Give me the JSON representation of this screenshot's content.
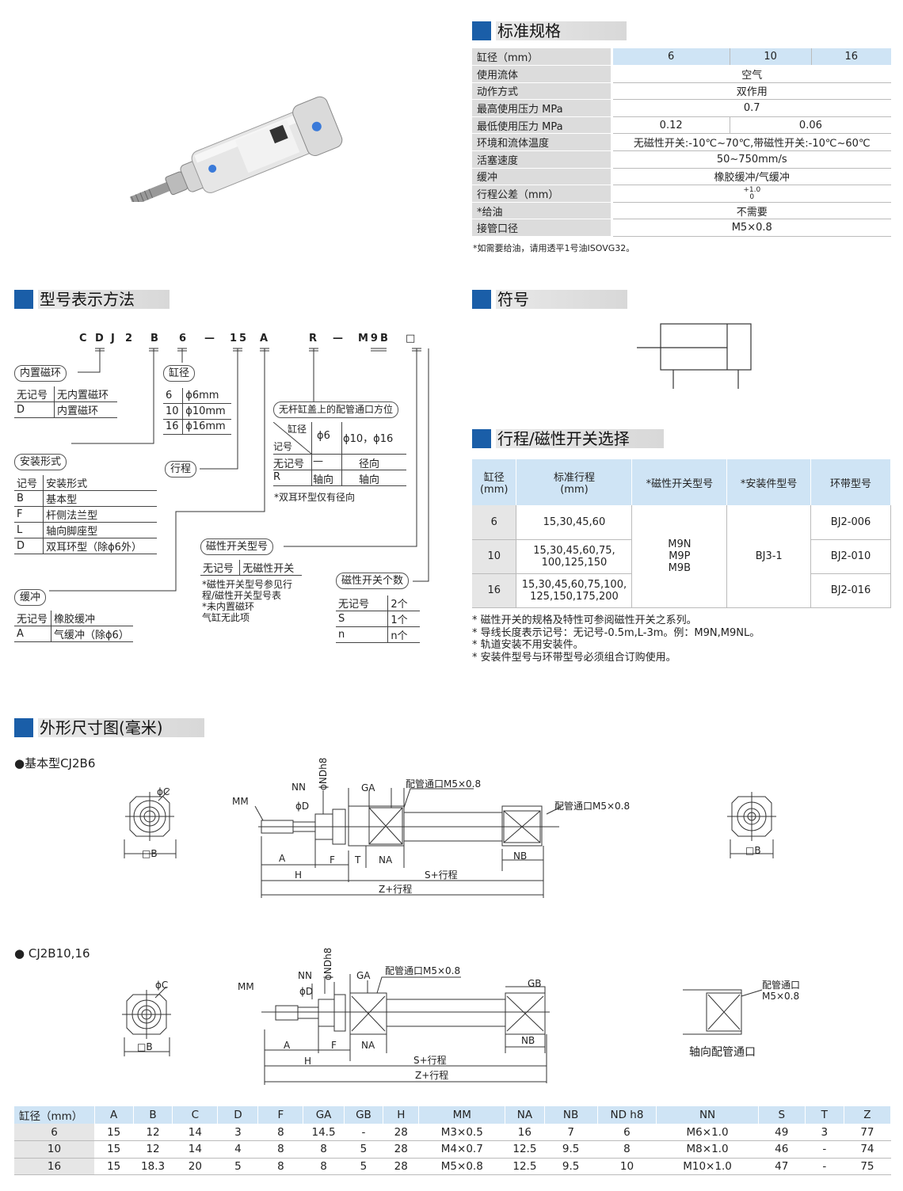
{
  "spec": {
    "title": "标准规格",
    "rows": [
      {
        "k": "缸径（mm）",
        "v": [
          "6",
          "10",
          "16"
        ],
        "hd": true
      },
      {
        "k": "使用流体",
        "v": [
          "空气"
        ]
      },
      {
        "k": "动作方式",
        "v": [
          "双作用"
        ]
      },
      {
        "k": "最高使用压力 MPa",
        "v": [
          "0.7"
        ]
      },
      {
        "k": "最低使用压力 MPa",
        "v": [
          "0.12",
          "0.06"
        ]
      },
      {
        "k": "环境和流体温度",
        "v": [
          "无磁性开关:-10℃~70℃,带磁性开关:-10℃~60℃"
        ]
      },
      {
        "k": "活塞速度",
        "v": [
          "50~750mm/s"
        ]
      },
      {
        "k": "缓冲",
        "v": [
          "橡胶缓冲/气缓冲"
        ]
      },
      {
        "k": "行程公差（mm）",
        "v": [
          "+1.0",
          "0"
        ]
      },
      {
        "k": "*给油",
        "v": [
          "不需要"
        ]
      },
      {
        "k": "接管口径",
        "v": [
          "M5×0.8"
        ]
      }
    ],
    "note": "*如需要给油，请用透平1号油ISOVG32。"
  },
  "model": {
    "title": "型号表示方法",
    "code": [
      "C",
      "D",
      "J",
      "2",
      "B",
      "6",
      "—",
      "15",
      "A",
      "R",
      "—",
      "M9B",
      "□"
    ],
    "magnet": {
      "label": "内置磁环",
      "rows": [
        [
          "无记号",
          "无内置磁环"
        ],
        [
          "D",
          "内置磁环"
        ]
      ]
    },
    "bore": {
      "label": "缸径",
      "rows": [
        [
          "6",
          "ϕ6mm"
        ],
        [
          "10",
          "ϕ10mm"
        ],
        [
          "16",
          "ϕ16mm"
        ]
      ]
    },
    "mount": {
      "label": "安装形式",
      "rows": [
        [
          "记号",
          "安装形式"
        ],
        [
          "B",
          "基本型"
        ],
        [
          "F",
          "杆侧法兰型"
        ],
        [
          "L",
          "轴向脚座型"
        ],
        [
          "D",
          "双耳环型（除ϕ6外）"
        ]
      ]
    },
    "stroke_label": "行程",
    "port": {
      "label": "无杆缸盖上的配管通口方位",
      "h1": "缸径",
      "h2": "记号",
      "c1": "ϕ6",
      "c2": "ϕ10，ϕ16",
      "rows": [
        [
          "无记号",
          "—",
          "径向"
        ],
        [
          "R",
          "轴向",
          "轴向"
        ]
      ],
      "note": "*双耳环型仅有径向"
    },
    "switch": {
      "label": "磁性开关型号",
      "rows": [
        [
          "无记号",
          "无磁性开关"
        ]
      ],
      "note1": "*磁性开关型号参见行",
      "note2": "程/磁性开关型号表",
      "note3": "*未内置磁环",
      "note4": "气缸无此项"
    },
    "count": {
      "label": "磁性开关个数",
      "rows": [
        [
          "无记号",
          "2个"
        ],
        [
          "S",
          "1个"
        ],
        [
          "n",
          "n个"
        ]
      ]
    },
    "cushion": {
      "label": "缓冲",
      "rows": [
        [
          "无记号",
          "橡胶缓冲"
        ],
        [
          "A",
          "气缓冲（除ϕ6）"
        ]
      ]
    }
  },
  "symbol": {
    "title": "符号"
  },
  "stroke": {
    "title": "行程/磁性开关选择",
    "headers": [
      [
        "缸径",
        "(mm)"
      ],
      [
        "标准行程",
        "(mm)"
      ],
      [
        "*磁性开关型号"
      ],
      [
        "*安装件型号"
      ],
      [
        "环带型号"
      ]
    ],
    "rows": [
      {
        "bore": "6",
        "stroke": [
          "15,30,45,60"
        ],
        "band": "BJ2-006"
      },
      {
        "bore": "10",
        "stroke": [
          "15,30,45,60,75,",
          "100,125,150"
        ],
        "band": "BJ2-010"
      },
      {
        "bore": "16",
        "stroke": [
          "15,30,45,60,75,100,",
          "125,150,175,200"
        ],
        "band": "BJ2-016"
      }
    ],
    "switches": [
      "M9N",
      "M9P",
      "M9B"
    ],
    "mount": "BJ3-1",
    "notes": [
      "* 磁性开关的规格及特性可参阅磁性开关之系列。",
      "* 导线长度表示记号：无记号-0.5m,L-3m。例：M9N,M9NL。",
      "* 轨道安装不用安装件。",
      "* 安装件型号与环带型号必须组合订购使用。"
    ]
  },
  "dims": {
    "title": "外形尺寸图(毫米)",
    "basic_label": "●基本型CJ2B6",
    "b1016_label": "● CJ2B10,16",
    "axial_label": "轴向配管通口",
    "labels": {
      "mm": "MM",
      "nn": "NN",
      "phid": "ϕD",
      "ndh8": "ϕNDh8",
      "ga": "GA",
      "gb": "GB",
      "port": "配管通口M5×0.8",
      "port2a": "配管通口",
      "port2b": "M5×0.8",
      "a": "A",
      "f": "F",
      "t": "T",
      "na": "NA",
      "nb": "NB",
      "h": "H",
      "s": "S+行程",
      "z": "Z+行程",
      "b": "□B",
      "c": "ϕC"
    },
    "headers": [
      "缸径（mm）",
      "A",
      "B",
      "C",
      "D",
      "F",
      "GA",
      "GB",
      "H",
      "MM",
      "NA",
      "NB",
      "ND h8",
      "NN",
      "S",
      "T",
      "Z"
    ],
    "rows": [
      [
        "6",
        "15",
        "12",
        "14",
        "3",
        "8",
        "14.5",
        "-",
        "28",
        "M3×0.5",
        "16",
        "7",
        "6",
        "M6×1.0",
        "49",
        "3",
        "77"
      ],
      [
        "10",
        "15",
        "12",
        "14",
        "4",
        "8",
        "8",
        "5",
        "28",
        "M4×0.7",
        "12.5",
        "9.5",
        "8",
        "M8×1.0",
        "46",
        "-",
        "74"
      ],
      [
        "16",
        "15",
        "18.3",
        "20",
        "5",
        "8",
        "8",
        "5",
        "28",
        "M5×0.8",
        "12.5",
        "9.5",
        "10",
        "M10×1.0",
        "47",
        "-",
        "75"
      ]
    ]
  }
}
